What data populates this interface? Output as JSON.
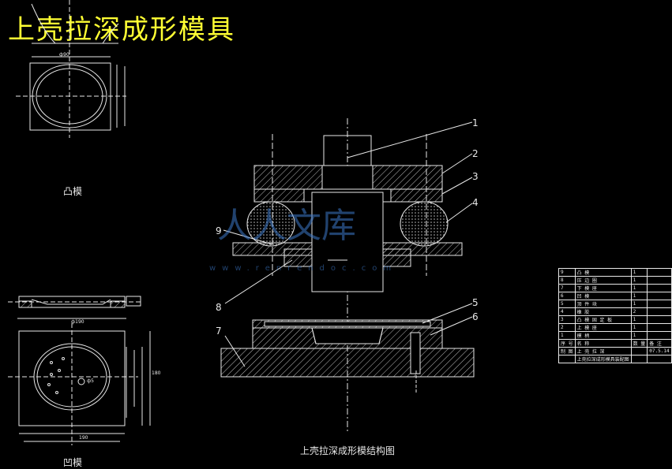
{
  "title": "上壳拉深成形模具",
  "captions": {
    "punch": "凸模",
    "die": "凹模",
    "assembly": "上壳拉深成形模结构图"
  },
  "watermark": {
    "main": "人人文库",
    "url": "www.renrendoc.com"
  },
  "part_numbers": [
    "1",
    "2",
    "3",
    "4",
    "5",
    "6",
    "7",
    "8",
    "9"
  ],
  "dims": {
    "punch_width": "ф90",
    "die_width": "ф190",
    "die_bottom": "190",
    "die_height": "180",
    "hole": "ф5"
  },
  "bom": {
    "rows": [
      {
        "no": "9",
        "name": "凸 模",
        "qty": "1"
      },
      {
        "no": "8",
        "name": "压 边 圈",
        "qty": "1"
      },
      {
        "no": "7",
        "name": "下 模 座",
        "qty": "1"
      },
      {
        "no": "6",
        "name": "凹 模",
        "qty": "1"
      },
      {
        "no": "5",
        "name": "顶 件 块",
        "qty": "1"
      },
      {
        "no": "4",
        "name": "橡 胶",
        "qty": "2"
      },
      {
        "no": "3",
        "name": "凸 模 固 定 板",
        "qty": "1"
      },
      {
        "no": "2",
        "name": "上 模 座",
        "qty": "1"
      },
      {
        "no": "1",
        "name": "模 柄",
        "qty": "1"
      }
    ],
    "header": [
      "序 号",
      "名 称",
      "数 量",
      "备 注"
    ],
    "footer_left": "制 图",
    "footer_name": "上 壳 拉 深",
    "footer_date": "07.5.14",
    "footer_title": "上壳拉深成形模具装配图"
  },
  "colors": {
    "title": "#ffff33",
    "line": "#e8e8e8",
    "watermark": "#3c78c8",
    "hatch": "#bbbbbb"
  }
}
